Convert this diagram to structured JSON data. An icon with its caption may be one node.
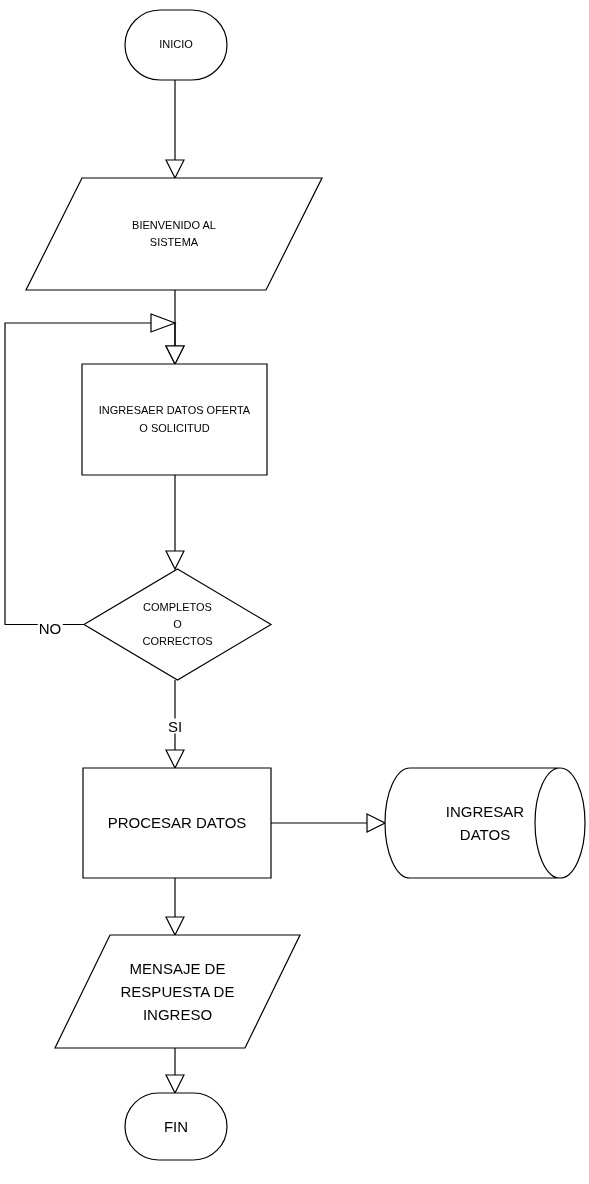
{
  "diagram": {
    "nodes": [
      {
        "text": [
          "INICIO"
        ]
      },
      {
        "text": [
          "BIENVENIDO AL SISTEMA"
        ]
      },
      {
        "text": [
          "INGRESAER DATOS OFERTA O SOLICITUD"
        ]
      },
      {
        "text": [
          "COMPLETOS O CORRECTOS"
        ]
      },
      {
        "text": [
          "PROCESAR DATOS"
        ]
      },
      {
        "text": [
          "INGRESAR DATOS"
        ]
      },
      {
        "text": [
          "MENSAJE DE RESPUESTA DE INGRESO"
        ]
      },
      {
        "text": [
          "FIN"
        ]
      }
    ],
    "edges": [
      {
        "from": 0,
        "to": 1,
        "arrow": "to"
      },
      {
        "from": 1,
        "to": 2,
        "arrow": "to"
      },
      {
        "from": 3,
        "to": 2,
        "arrow": "to",
        "label": "NO"
      },
      {
        "from": 2,
        "to": 3,
        "arrow": "to"
      },
      {
        "from": 3,
        "to": 4,
        "arrow": "to",
        "label": "SI"
      },
      {
        "from": 4,
        "to": 5,
        "arrow": "to"
      },
      {
        "from": 4,
        "to": 6,
        "arrow": "to"
      },
      {
        "from": 6,
        "to": 7,
        "arrow": "to"
      }
    ]
  }
}
